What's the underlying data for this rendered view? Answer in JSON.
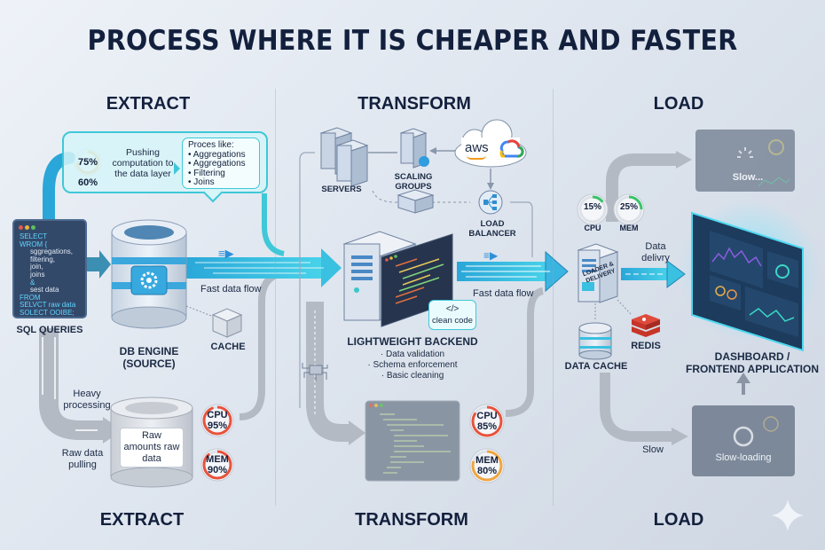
{
  "title": "PROCESS WHERE IT IS CHEAPER AND FASTER",
  "phases_top": [
    "EXTRACT",
    "TRANSFORM",
    "LOAD"
  ],
  "phases_bottom": [
    "EXTRACT",
    "TRANSFORM",
    "LOAD"
  ],
  "extract": {
    "callout": {
      "gauge_top": "75%",
      "gauge_bottom": "60%",
      "text": "Pushing computation to the data layer",
      "proc_title": "Proces like:",
      "proc_items": [
        "Aggregations",
        "Aggregations",
        "Filtering",
        "Joins"
      ]
    },
    "sql": {
      "lines": [
        {
          "text": "SELECT",
          "kw": true,
          "indent": false
        },
        {
          "text": "WROM {",
          "kw": true,
          "indent": false
        },
        {
          "text": "sggregations,",
          "kw": false,
          "indent": true
        },
        {
          "text": "filtering,",
          "kw": false,
          "indent": true
        },
        {
          "text": "join,",
          "kw": false,
          "indent": true
        },
        {
          "text": "joins",
          "kw": false,
          "indent": true
        },
        {
          "text": "&",
          "kw": true,
          "indent": true
        },
        {
          "text": "sest data",
          "kw": false,
          "indent": true
        },
        {
          "text": "FROM",
          "kw": true,
          "indent": false
        },
        {
          "text": "SELVCT raw data",
          "kw": true,
          "indent": false
        },
        {
          "text": "SOLECT OOIBE;",
          "kw": true,
          "indent": false
        }
      ],
      "label": "SQL QUERIES"
    },
    "db_label_1": "DB ENGINE",
    "db_label_2": "(SOURCE)",
    "cache_label": "CACHE",
    "fast_flow": "Fast data flow",
    "heavy_processing": "Heavy processing",
    "raw_pulling": "Raw data pulling",
    "raw_box": "Raw amounts raw data",
    "cpu": {
      "label": "CPU",
      "value": "95%",
      "level": 0.95
    },
    "mem": {
      "label": "MEM",
      "value": "90%",
      "level": 0.9
    }
  },
  "transform": {
    "servers": "SERVERS",
    "scaling_groups": "SCALING GROUPS",
    "cloud_aws": "aws",
    "load_balancer": "LOAD BALANCER",
    "backend_title": "LIGHTWEIGHT BACKEND",
    "backend_items": [
      "Data validation",
      "Schema enforcement",
      "Basic cleaning"
    ],
    "clean_code_icon": "</>",
    "clean_code": "clean code",
    "fast_flow": "Fast data flow",
    "cpu": {
      "label": "CPU",
      "value": "85%",
      "level": 0.85
    },
    "mem": {
      "label": "MEM",
      "value": "80%",
      "level": 0.8
    }
  },
  "load": {
    "cpu": {
      "label": "CPU",
      "value": "15%",
      "level": 0.15
    },
    "mem": {
      "label": "MEM",
      "value": "25%",
      "level": 0.25
    },
    "slow_top": "Slow...",
    "loader_label": "LOADER & DELIVERY",
    "data_delivery": "Data delivry",
    "data_cache": "DATA CACHE",
    "redis": "REDIS",
    "dashboard_1": "DASHBOARD /",
    "dashboard_2": "FRONTEND APPLICATION",
    "slow": "Slow",
    "slow_loading": "Slow-loading"
  },
  "colors": {
    "accent": "#2bb6d6",
    "navy": "#13203d",
    "danger": "#e8523c",
    "warn": "#f0a540",
    "ok": "#39c36a",
    "gray_path": "#a7afba"
  }
}
